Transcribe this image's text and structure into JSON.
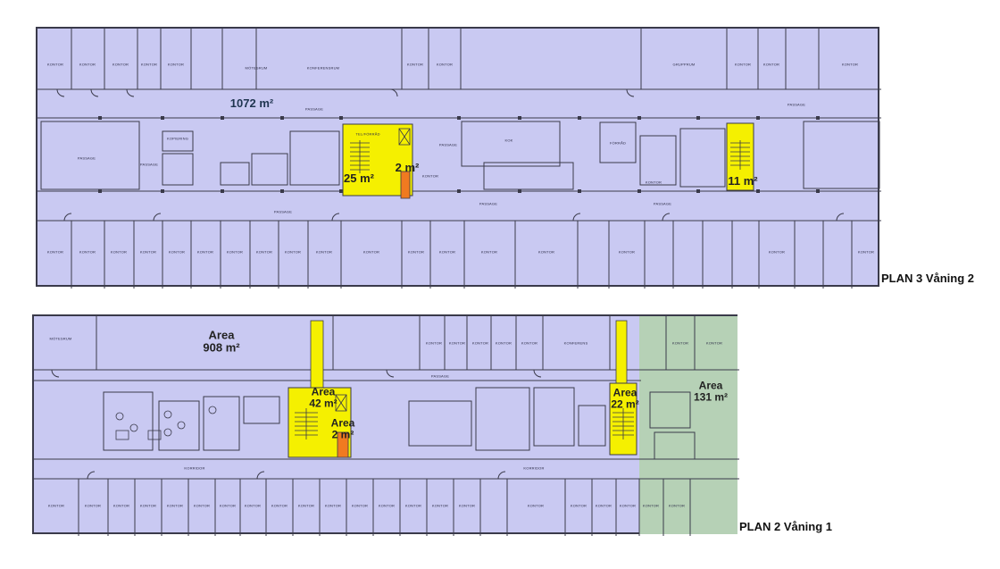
{
  "colors": {
    "floor": "#c9c9f2",
    "wall": "#3a3a4a",
    "highlight_yellow": "#f5f000",
    "highlight_orange": "#f07a20",
    "highlight_green": "#b6d1b6"
  },
  "plan3": {
    "caption": "PLAN 3 Våning 2",
    "areas": [
      "1072 m²",
      "25 m²",
      "2 m²",
      "11 m²"
    ],
    "rooms": [
      "KONTOR",
      "KONTOR",
      "KONTOR",
      "KONTOR",
      "KONTOR",
      "MÖTESRUM",
      "KONFERENSRUM",
      "KONTOR",
      "KONTOR",
      "GRUPPRUM",
      "KONTOR",
      "KONTOR",
      "KONTOR",
      "PASSAGE",
      "PASSAGE",
      "KOPIERING",
      "TEL/FÖRRÅD",
      "KOK",
      "PASSAGE",
      "PASSAGE",
      "PASSAGE",
      "FÖRRÅD",
      "KONTOR",
      "KONTOR",
      "PASSAGE",
      "PASSAGE",
      "PASSAGE",
      "KONTOR",
      "KONTOR",
      "KONTOR",
      "KONTOR",
      "KONTOR",
      "KONTOR",
      "KONTOR",
      "KONTOR",
      "KONTOR",
      "KONTOR",
      "KONTOR",
      "KONTOR",
      "KONTOR",
      "KONTOR",
      "KONTOR",
      "KONTOR",
      "KONTOR",
      "KONTOR"
    ]
  },
  "plan2": {
    "caption": "PLAN 2 Våning 1",
    "areas": {
      "a908_label": "Area",
      "a908_value": "908 m²",
      "a42_label": "Area",
      "a42_value": "42 m²",
      "a2_label": "Area",
      "a2_value": "2 m²",
      "a22_label": "Area",
      "a22_value": "22 m²",
      "a131_label": "Area",
      "a131_value": "131 m²"
    },
    "rooms": [
      "MÖTESRUM",
      "KONTOR",
      "KONTOR",
      "KONTOR",
      "KONTOR",
      "KONTOR",
      "KONFERENS",
      "KONTOR",
      "KONTOR",
      "PASSAGE",
      "KORRIDOR",
      "KORRIDOR",
      "KONTOR",
      "KONTOR",
      "KONTOR",
      "KONTOR",
      "KONTOR",
      "KONTOR",
      "KONTOR",
      "KONTOR",
      "KONTOR",
      "KONTOR",
      "KONTOR",
      "KONTOR",
      "KONTOR",
      "KONTOR",
      "KONTOR",
      "KONTOR",
      "KONTOR",
      "KONTOR",
      "KONTOR",
      "KONTOR",
      "KONTOR",
      "KONTOR"
    ]
  }
}
